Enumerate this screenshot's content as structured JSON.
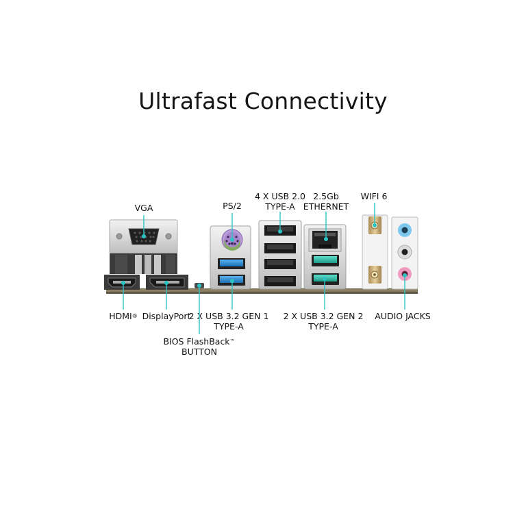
{
  "title": "Ultrafast Connectivity",
  "colors": {
    "accent": "#2bc4c4",
    "background": "#ffffff",
    "usb3_blue": "#2f8fd6",
    "usb32g2_teal": "#29b7a3"
  },
  "labels_top": {
    "vga": "VGA",
    "ps2": "PS/2",
    "usb20_line1": "4 X USB 2.0",
    "usb20_line2": "TYPE-A",
    "eth_line1": "2.5Gb",
    "eth_line2": "ETHERNET",
    "wifi": "WIFI 6"
  },
  "labels_bottom": {
    "hdmi": "HDMI",
    "hdmi_mark": "®",
    "displayport": "DisplayPort",
    "usb32g1_line1": "2 X USB 3.2 GEN 1",
    "usb32g1_line2": "TYPE-A",
    "usb32g2_line1": "2 X USB 3.2 GEN 2",
    "usb32g2_line2": "TYPE-A",
    "audio": "AUDIO JACKS",
    "bios_line1": "BIOS FlashBack",
    "bios_mark": "™",
    "bios_line2": "BUTTON"
  }
}
